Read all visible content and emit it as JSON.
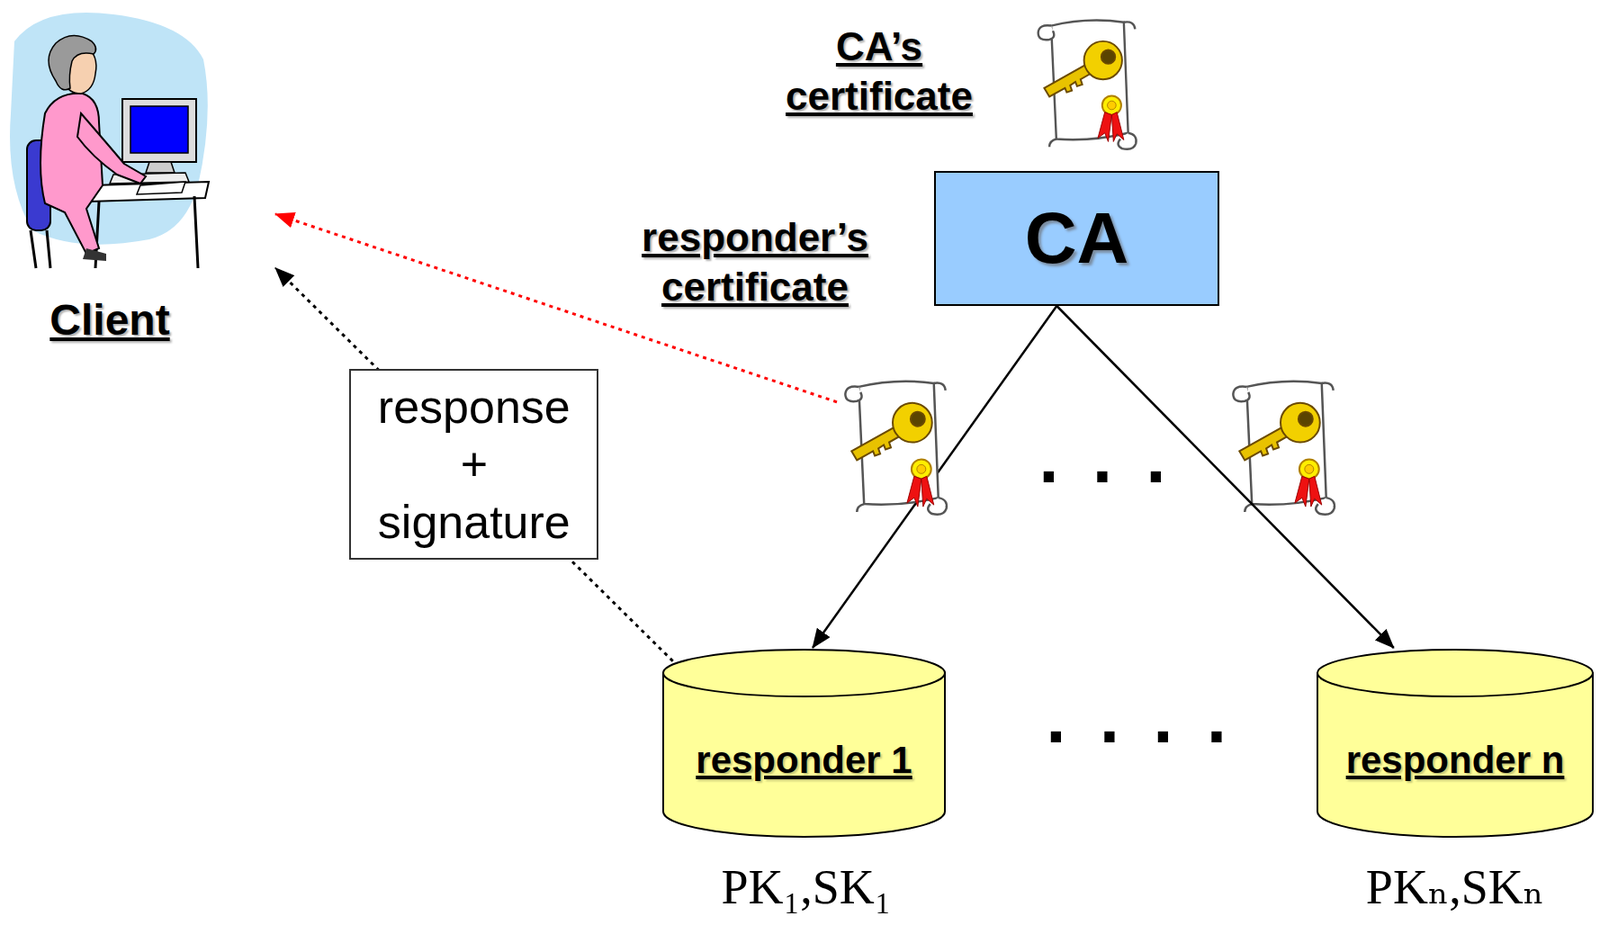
{
  "diagram": {
    "nodes": [
      {
        "text": [
          "Client"
        ]
      },
      {
        "text": [
          "CA"
        ]
      },
      {
        "text": [
          "responder’s certificate"
        ]
      },
      {
        "text": [
          "responder 1"
        ]
      },
      {
        "text": [
          "responder n"
        ]
      }
    ],
    "edges": [
      {
        "from": 1,
        "to": 3,
        "arrow": "to"
      },
      {
        "from": 1,
        "to": 4,
        "arrow": "to"
      },
      {
        "from": 2,
        "to": 0,
        "arrow": "to"
      },
      {
        "from": 3,
        "to": 0,
        "label": "response + signature",
        "arrow": "to"
      }
    ],
    "labels": [
      "CA’s certificate",
      "...",
      "....",
      "PK₁,SK₁",
      "PKₙ,SKₙ"
    ]
  }
}
